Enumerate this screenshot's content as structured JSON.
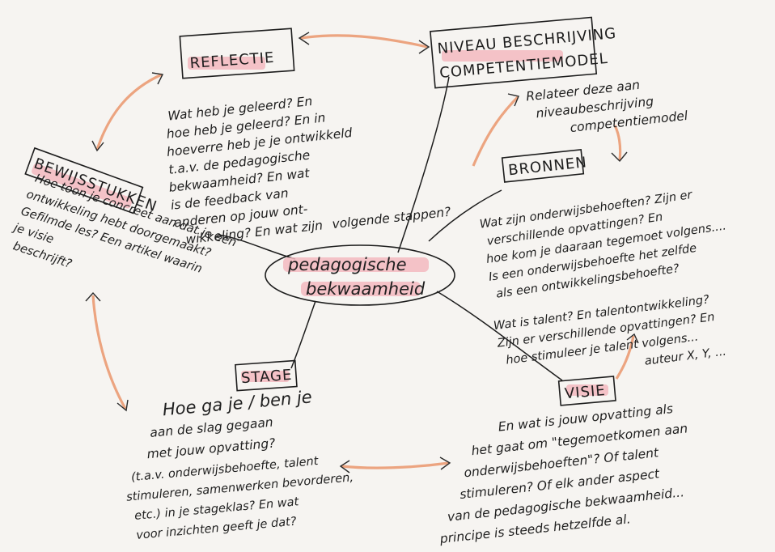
{
  "center": {
    "line1": "pedagogische",
    "line2": "bekwaamheid"
  },
  "reflectie": {
    "title": "REFLECTIE",
    "lines": [
      "Wat heb je geleerd? En",
      "hoe heb je geleerd? En in",
      "hoeverre heb je je ontwikkeld",
      "t.a.v. de pedagogische",
      "bekwaamheid? En wat",
      "is de feedback van",
      "anderen op jouw ont-",
      "wikkeling? En wat zijn",
      "volgende stappen?"
    ]
  },
  "niveau": {
    "title_line1": "NIVEAU BESCHRIJVING",
    "title_line2": "COMPETENTIEMODEL",
    "lines": [
      "Relateer deze aan",
      "niveaubeschrijving",
      "competentiemodel"
    ]
  },
  "bronnen": {
    "title": "BRONNEN",
    "lines": [
      "Wat zijn onderwijsbehoeften? Zijn er",
      "verschillende opvattingen? En",
      "hoe kom je daaraan tegemoet volgens....",
      "Is een onderwijsbehoefte het zelfde",
      "als een ontwikkelingsbehoefte?",
      "Wat is talent? En talentontwikkeling?",
      "Zijn er verschillende opvattingen? En",
      "hoe stimuleer je talent volgens...",
      "auteur X, Y, ..."
    ]
  },
  "bewijsstukken": {
    "title": "BEWIJSSTUKKEN",
    "lines": [
      "Hoe toon je concreet aan dat je een",
      "ontwikkeling hebt doorgemaakt?",
      "Gefilmde les? Een artikel waarin",
      "je visie",
      "beschrijft?"
    ]
  },
  "stage": {
    "title": "STAGE",
    "lines": [
      "Hoe ga je / ben je",
      "aan de slag gegaan",
      "met jouw opvatting?",
      "(t.a.v. onderwijsbehoefte, talent",
      "stimuleren, samenwerken bevorderen,",
      "etc.) in je stageklas? En wat",
      "voor inzichten geeft je dat?"
    ]
  },
  "visie": {
    "title": "VISIE",
    "lines": [
      "En wat is jouw opvatting als",
      "het gaat om \"tegemoetkomen aan",
      "onderwijsbehoeften\"? Of talent",
      "stimuleren? Of elk ander aspect",
      "van de pedagogische bekwaamheid...",
      "principe is steeds hetzelfde al."
    ]
  },
  "colors": {
    "paper": "#f6f4f1",
    "ink": "#1d1d1d",
    "highlight": "#f3b9bf",
    "arrow": "#e88a5a"
  }
}
